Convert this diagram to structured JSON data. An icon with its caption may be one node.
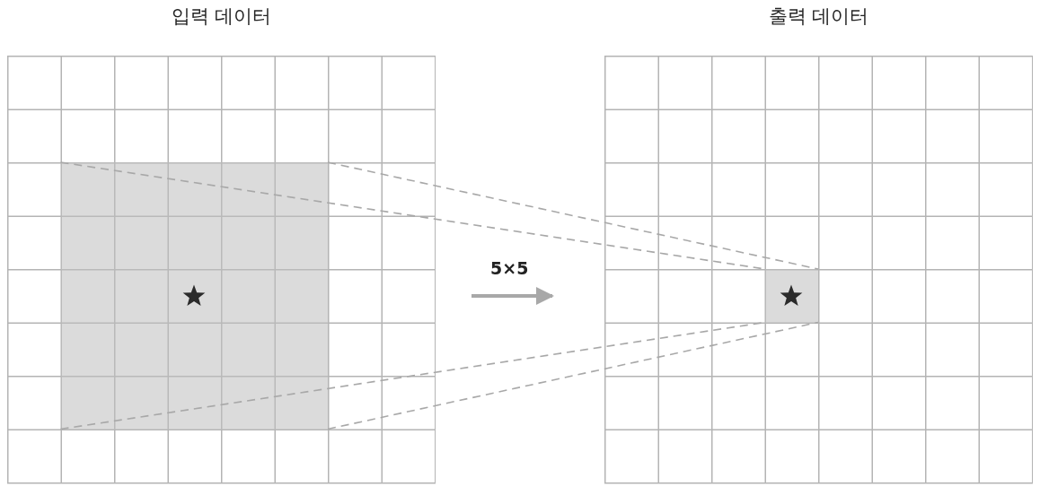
{
  "diagram": {
    "nodes": [
      {
        "text": [
          "입력 데이터"
        ]
      },
      {
        "text": [],
        "shape": "box",
        "in": 0
      },
      {
        "text": [
          "출력 데이터"
        ]
      },
      {
        "text": [],
        "shape": "box",
        "in": 2
      }
    ],
    "edges": [
      {
        "from": 1,
        "to": 3,
        "arrow": "none",
        "style": "dashed"
      },
      {
        "from": 1,
        "to": 3,
        "arrow": "none",
        "style": "dashed"
      },
      {
        "from": 1,
        "to": 3,
        "arrow": "none",
        "style": "dashed"
      },
      {
        "from": 1,
        "to": 3,
        "arrow": "none",
        "style": "dashed"
      },
      {
        "from": 0,
        "to": 2,
        "arrow": "to",
        "style": "thick",
        "label": "5×5"
      }
    ]
  }
}
